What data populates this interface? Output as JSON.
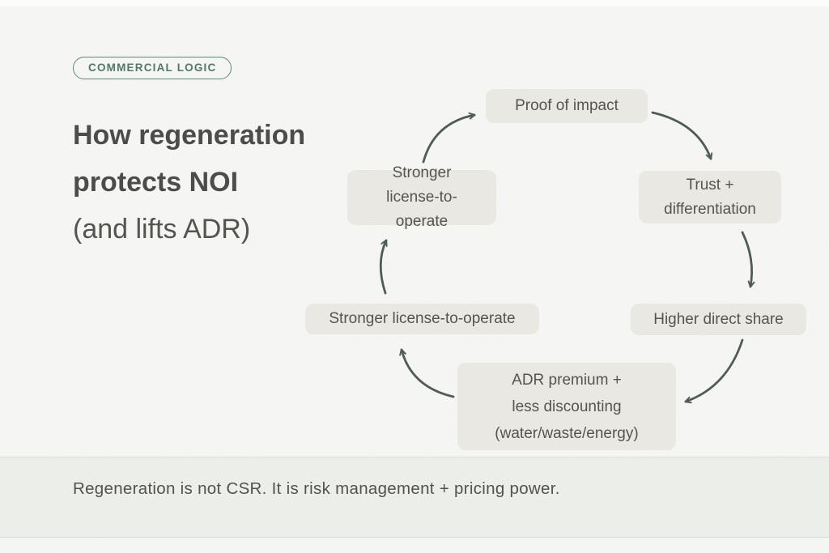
{
  "slide": {
    "badge": "COMMERCIAL LOGIC",
    "title": {
      "line1": "How regeneration",
      "line2": "protects NOI",
      "line3": "(and lifts ADR)"
    },
    "footer": "Regeneration is not CSR. It is risk management + pricing power."
  },
  "diagram": {
    "type": "cycle",
    "flow": "clockwise",
    "nodes": {
      "proof": {
        "l1": "Proof of impact"
      },
      "trust": {
        "l1": "Trust +",
        "l2": "differentiation"
      },
      "direct": {
        "l1": "Higher direct share"
      },
      "adr": {
        "l1": "ADR premium +",
        "l2": "less discounting",
        "l3": "(water/waste/energy)"
      },
      "license_bottom": {
        "l1": "Stronger license-to-operate"
      },
      "license_top": {
        "l1": "Stronger",
        "l2": "license-to-operate"
      }
    },
    "order": [
      "proof",
      "trust",
      "direct",
      "adr",
      "license_bottom",
      "license_top"
    ]
  },
  "colors": {
    "background": "#f6f6f4",
    "badge_green": "#5d8a74",
    "badge_text_green": "#50796a",
    "title_text": "#4c4c4a",
    "node_background": "#e6e5df",
    "node_text": "#55554f",
    "arrow": "#4e5c54",
    "footer_text": "#52524e"
  }
}
